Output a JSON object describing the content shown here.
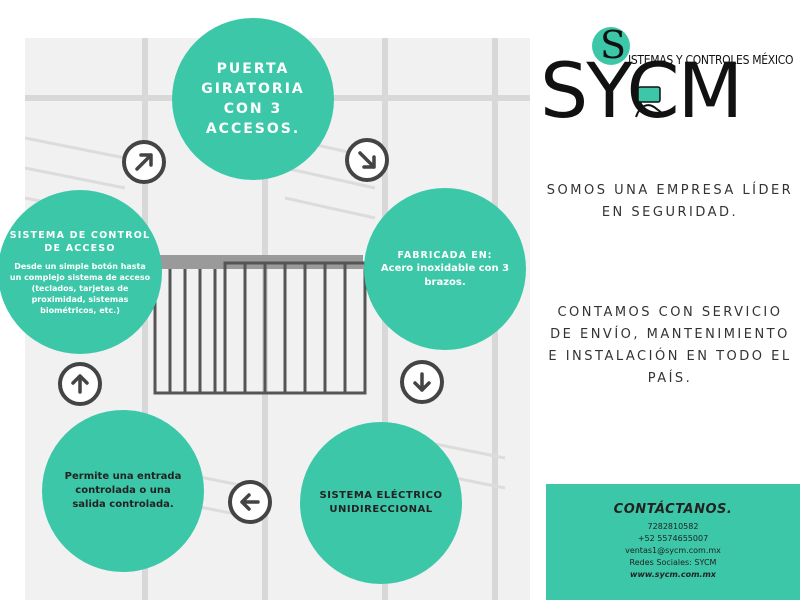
{
  "circles": {
    "top": {
      "title": "PUERTA GIRATORIA CON 3 ACCESOS."
    },
    "left": {
      "title": "SISTEMA DE CONTROL DE ACCESO",
      "body": "Desde un simple botón hasta un complejo sistema de acceso (teclados, tarjetas de proximidad, sistemas biométricos, etc.)"
    },
    "right": {
      "title": "FABRICADA EN:",
      "body": "Acero inoxidable con 3 brazos."
    },
    "bottom_left": {
      "body": "Permite una entrada controlada o una salida controlada."
    },
    "bottom_right": {
      "title": "SISTEMA ELÉCTRICO UNIDIRECCIONAL"
    }
  },
  "logo": {
    "tagline": "ISTEMAS Y CONTROLES MÉXICO",
    "s_letter": "S",
    "brand": "SYCM"
  },
  "claims": {
    "first": "SOMOS UNA EMPRESA LÍDER EN SEGURIDAD.",
    "second": "CONTAMOS CON SERVICIO DE ENVÍO, MANTENIMIENTO E INSTALACIÓN EN TODO EL PAÍS."
  },
  "contact": {
    "title": "CONTÁCTANOS.",
    "phone1": "7282810582",
    "phone2": "+52 5574655007",
    "email": "ventas1@sycm.com.mx",
    "social": "Redes Sociales: SYCM",
    "web": "www.sycm.com.mx"
  },
  "colors": {
    "accent": "#3cc8a8",
    "arrow": "#444444"
  }
}
